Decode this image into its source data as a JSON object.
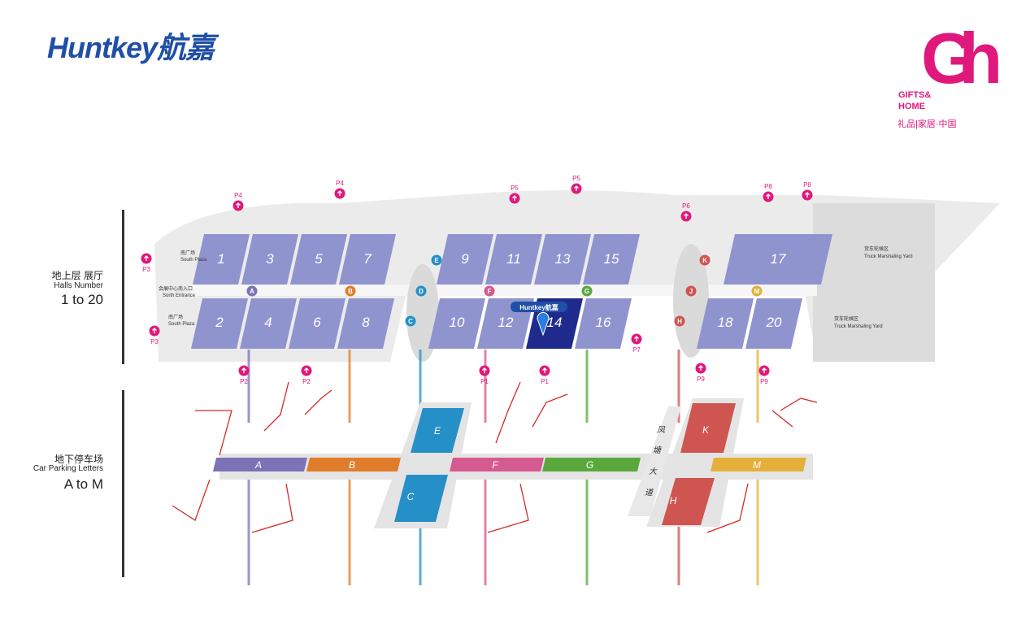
{
  "brand": {
    "name": "Huntkey航嘉",
    "color": "#1f4fa6"
  },
  "exhibition_logo": {
    "letters": "Gh",
    "line1": "GIFTS&",
    "line2": "HOME",
    "subtitle": "礼品|家居·中国",
    "color": "#e0187c"
  },
  "sections": {
    "upper": {
      "title_zh": "地上层 展厅",
      "title_en": "Halls Number",
      "range": "1 to 20"
    },
    "lower": {
      "title_zh": "地下停车场",
      "title_en": "Car Parking Letters",
      "range": "A to M"
    }
  },
  "map_labels": {
    "south_plaza_zh": "南广场",
    "south_plaza_en": "South Plaza",
    "south_entrance_zh": "会展中心南入口",
    "south_entrance_en": "Sorth Entrance",
    "truck_zh": "货车轮候区",
    "truck_en": "Truck Marshaling Yard",
    "booth_tag": "Huntkey航嘉",
    "road": [
      "凤",
      "塘",
      "大",
      "道"
    ]
  },
  "halls_top": [
    "1",
    "3",
    "5",
    "7",
    "9",
    "11",
    "13",
    "15",
    "17"
  ],
  "halls_bottom": [
    "2",
    "4",
    "6",
    "8",
    "10",
    "12",
    "14",
    "16",
    "18",
    "20"
  ],
  "highlight_hall": "14",
  "corridor_markers": [
    "A",
    "B",
    "C",
    "D",
    "E",
    "F",
    "G",
    "H",
    "J",
    "K",
    "M"
  ],
  "parking_zones": [
    "A",
    "B",
    "F",
    "G",
    "M",
    "E",
    "C",
    "K",
    "H"
  ],
  "parking_entrances": [
    "P1",
    "P2",
    "P2",
    "P3",
    "P3",
    "P4",
    "P4",
    "P5",
    "P5",
    "P6",
    "P7",
    "P8",
    "P8",
    "P9",
    "P9",
    "P1"
  ],
  "colors": {
    "hall": "#8f94cf",
    "highlight": "#1f2a8c",
    "A": "#7b72b8",
    "B": "#e07c2a",
    "C": "#2590c8",
    "D": "#2590c8",
    "E": "#2590c8",
    "F": "#d45a8f",
    "G": "#5aa83c",
    "H": "#cf5550",
    "J": "#cf5550",
    "K": "#cf5550",
    "M": "#e4b03a",
    "pink": "#e0187c"
  }
}
